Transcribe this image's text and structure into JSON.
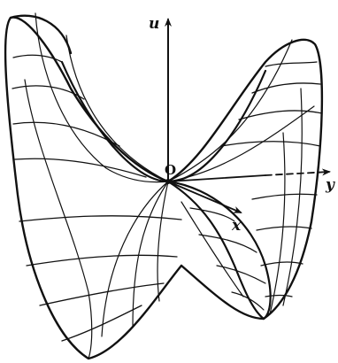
{
  "figure": {
    "axis_u_label": "u",
    "axis_x_label": "x",
    "axis_y_label": "y",
    "origin_label": "O"
  }
}
